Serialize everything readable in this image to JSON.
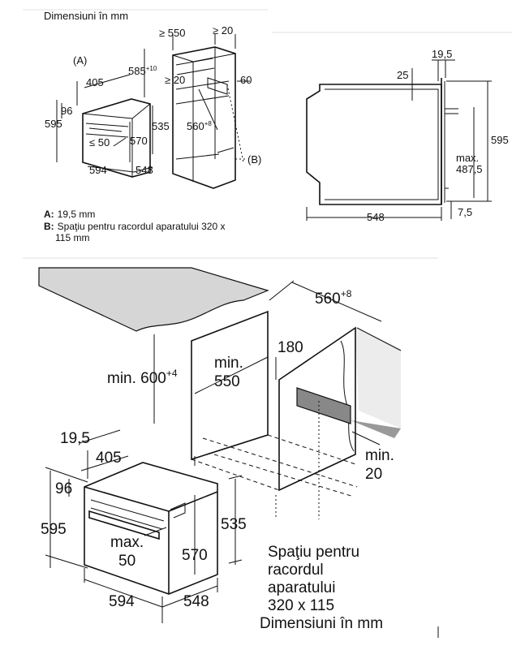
{
  "top_left": {
    "heading": "Dimensiuni în mm",
    "callout_a": "(A)",
    "callout_b": "(B)",
    "dims": {
      "d405": "405",
      "d96": "96",
      "d595": "595",
      "d594": "594",
      "d548": "548",
      "d570": "570",
      "d535": "535",
      "le50": "≤ 50",
      "ge550": "≥ 550",
      "ge20_top": "≥ 20",
      "ge20_mid": "≥ 20",
      "d585": "585",
      "d585_sup": "+10",
      "d60": "60",
      "d560": "560",
      "d560_sup": "+8"
    },
    "legend": {
      "a_key": "A:",
      "a_text": "19,5 mm",
      "b_key": "B:",
      "b_line1": "Spaţiu pentru racordul aparatului 320 x",
      "b_line2": "115 mm"
    }
  },
  "top_right": {
    "dims": {
      "d19_5": "19,5",
      "d25": "25",
      "d595": "595",
      "max_label": "max.",
      "max_value": "487,5",
      "d548": "548",
      "d7_5": "7,5"
    }
  },
  "bottom": {
    "dims": {
      "min600": "min. 600",
      "min600_sup": "+4",
      "min_label": "min.",
      "min550": "550",
      "d180": "180",
      "d560": "560",
      "d560_sup": "+8",
      "min20_label": "min.",
      "min20_value": "20",
      "d19_5": "19,5",
      "d405": "405",
      "d96": "96",
      "d595": "595",
      "d535": "535",
      "max_label": "max.",
      "max50": "50",
      "d570": "570",
      "d594": "594",
      "d548": "548"
    },
    "caption": {
      "line1": "Spaţiu pentru",
      "line2": "racordul",
      "line3": "aparatului",
      "line4": "320 x 115",
      "line5": "Dimensiuni în mm"
    }
  }
}
